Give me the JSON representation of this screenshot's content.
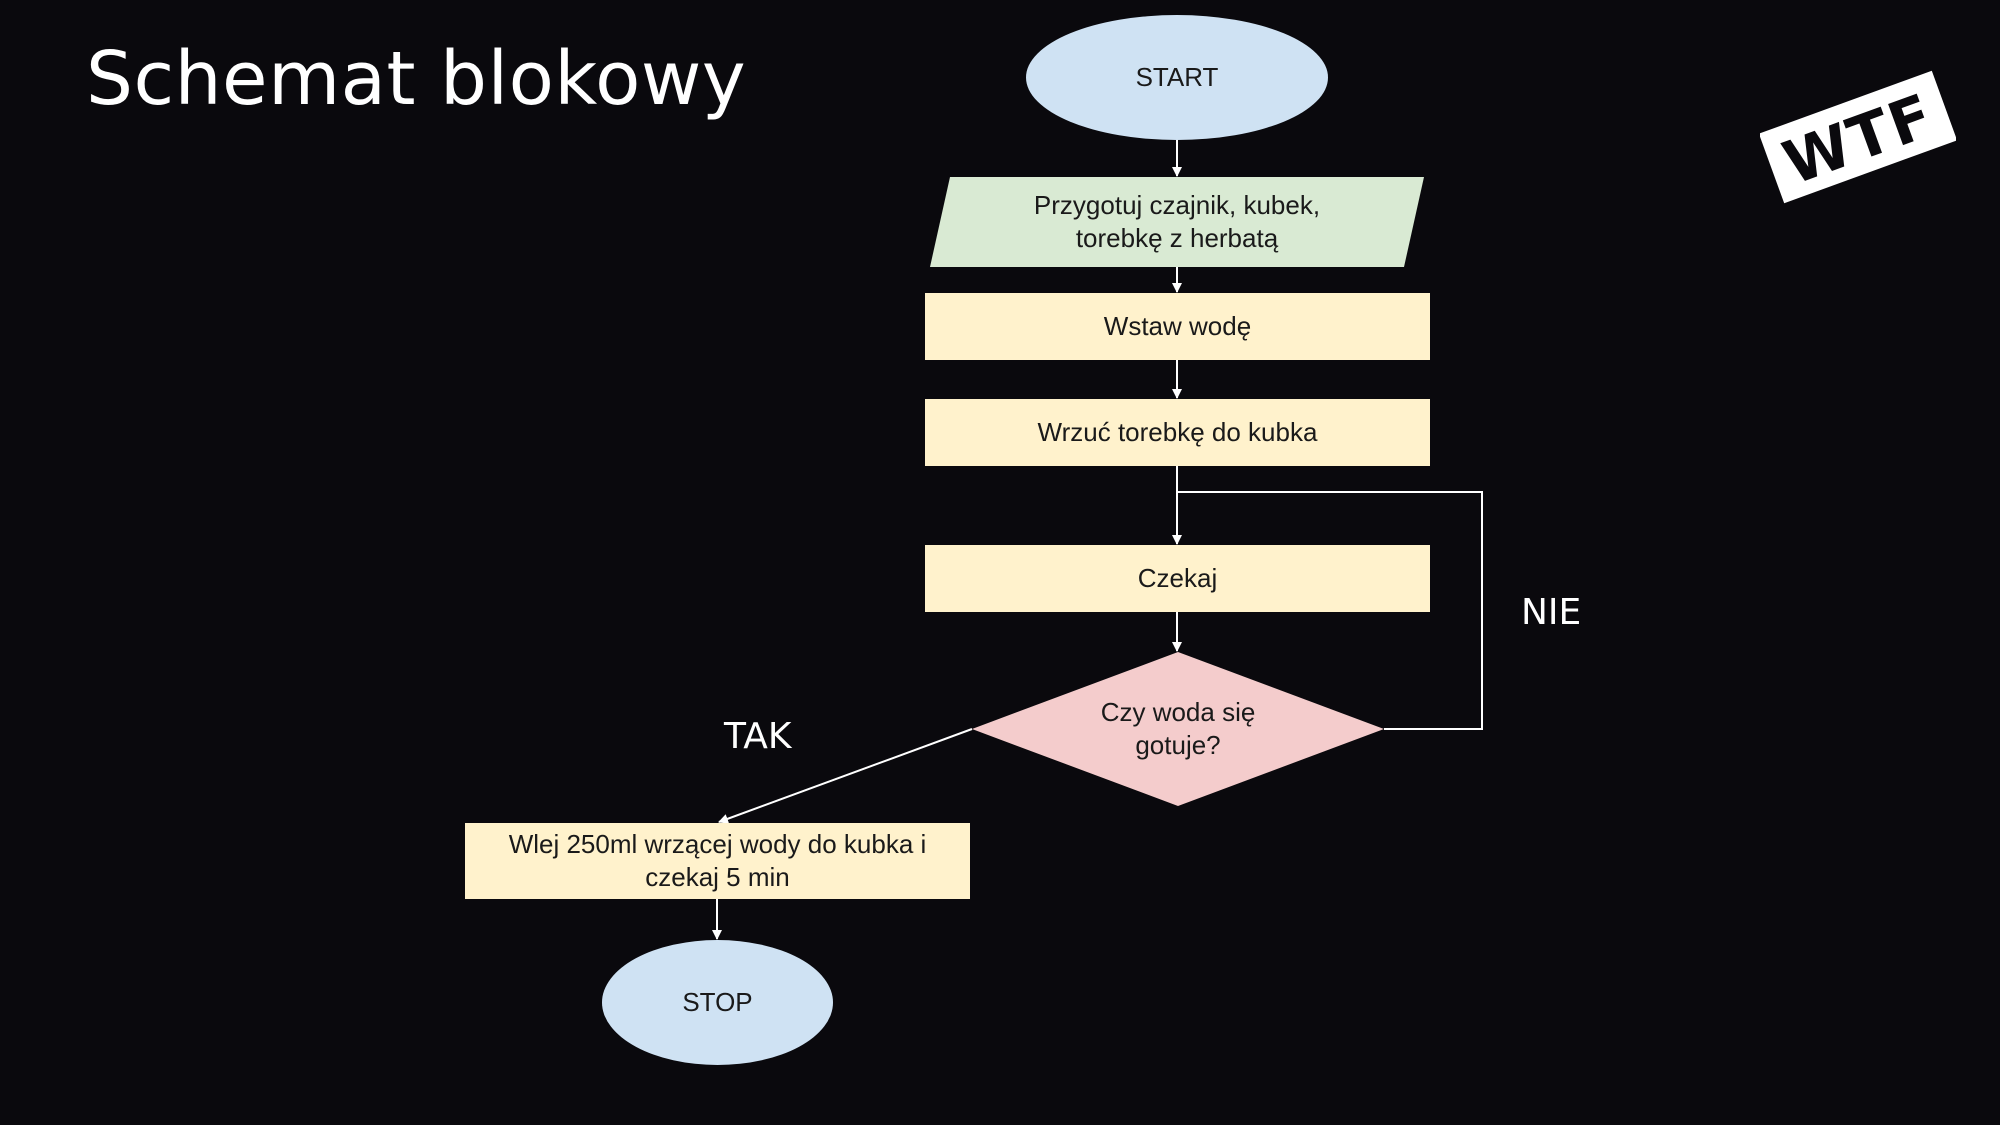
{
  "slide": {
    "title": "Schemat blokowy",
    "logo_text": "WTF"
  },
  "flowchart": {
    "nodes": {
      "start": "START",
      "prepare": "Przygotuj czajnik, kubek,\ntorebkę z herbatą",
      "boil_water": "Wstaw wodę",
      "add_bag": "Wrzuć torebkę do kubka",
      "wait": "Czekaj",
      "decision": "Czy woda się\ngotuje?",
      "pour": "Wlej 250ml wrzącej wody do kubka i\nczekaj 5 min",
      "stop": "STOP"
    },
    "branches": {
      "yes": "TAK",
      "no": "NIE"
    }
  },
  "colors": {
    "background": "#0a090d",
    "terminal": "#cfe2f3",
    "io": "#d9ead3",
    "process": "#fff2cc",
    "decision": "#f4cccc",
    "connector": "#ffffff",
    "text_light": "#ffffff",
    "text_dark": "#1a1a1a"
  }
}
